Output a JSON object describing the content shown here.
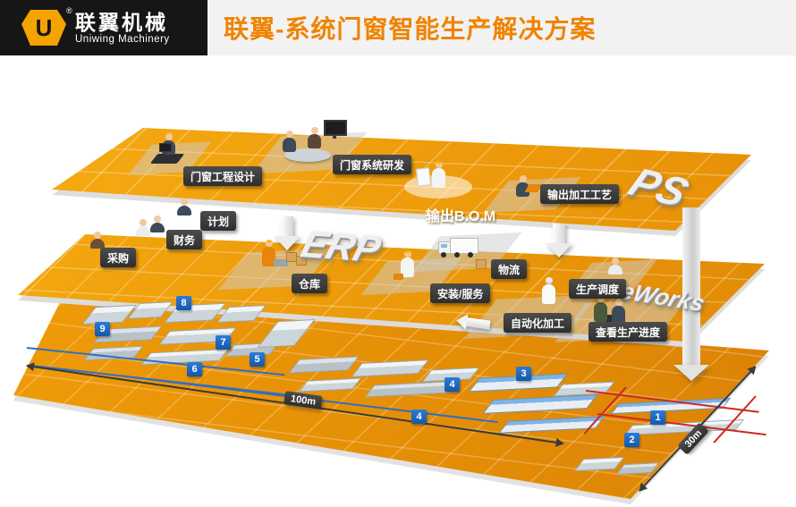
{
  "header": {
    "logo_mark": "U",
    "registered": "®",
    "logo_title": "联翼机械",
    "logo_subtitle": "Uniwing Machinery",
    "title": "联翼-系统门窗智能生产解决方案"
  },
  "layers": {
    "ps": "PS",
    "erp": "ERP",
    "eworks": "eWorks"
  },
  "tags": {
    "design": "门窗工程设计",
    "rd": "门窗系统研发",
    "bom": "输出B.O.M",
    "craft": "输出加工工艺",
    "plan": "计划",
    "finance": "财务",
    "purchase": "采购",
    "warehouse": "仓库",
    "logistics": "物流",
    "install": "安装/服务",
    "dispatch": "生产调度",
    "auto": "自动化加工",
    "progress": "查看生产进度"
  },
  "badges": [
    "8",
    "9",
    "7",
    "5",
    "6",
    "4",
    "4",
    "3",
    "1",
    "2"
  ],
  "dimensions": {
    "length": "100m",
    "width": "30m"
  },
  "colors": {
    "brand_yellow": "#f4a300",
    "title_orange": "#f08300",
    "platform_orange": "#ef9c08",
    "badge_blue": "#1f62b8",
    "tag_dark": "#3a3a3a"
  }
}
